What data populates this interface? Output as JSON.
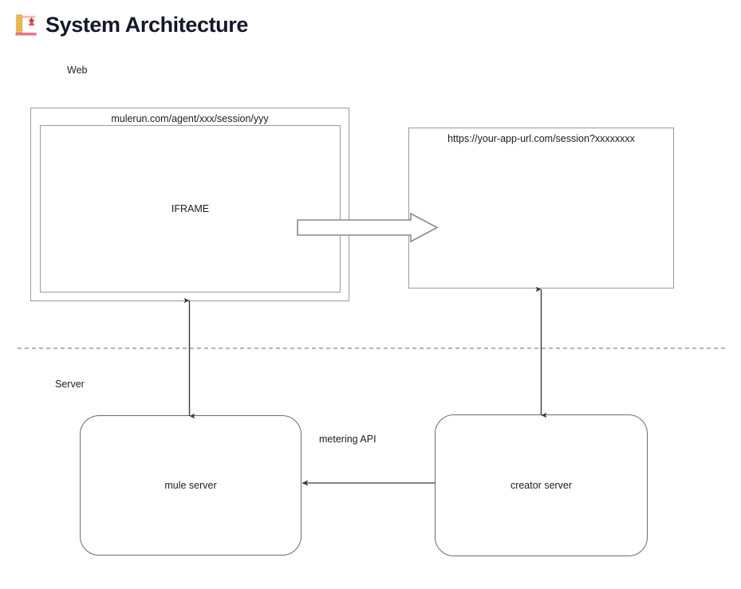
{
  "header": {
    "title": "System Architecture",
    "icon": "construction-emoji-icon"
  },
  "zones": {
    "web_label": "Web",
    "server_label": "Server"
  },
  "web_tier": {
    "browser_window": {
      "url": "mulerun.com/agent/xxx/session/yyy",
      "iframe_label": "IFRAME"
    },
    "creator_app_window": {
      "url": "https://your-app-url.com/session?xxxxxxxx"
    }
  },
  "server_tier": {
    "mule_server_label": "mule server",
    "creator_server_label": "creator server"
  },
  "connectors": {
    "metering_api_label": "metering API"
  },
  "colors": {
    "title": "#15182b",
    "box_border": "#9a9a9a",
    "node_border": "#6b6b6b",
    "arrow": "#3a3a3a",
    "divider": "#9a9a9a",
    "background": "#ffffff"
  }
}
